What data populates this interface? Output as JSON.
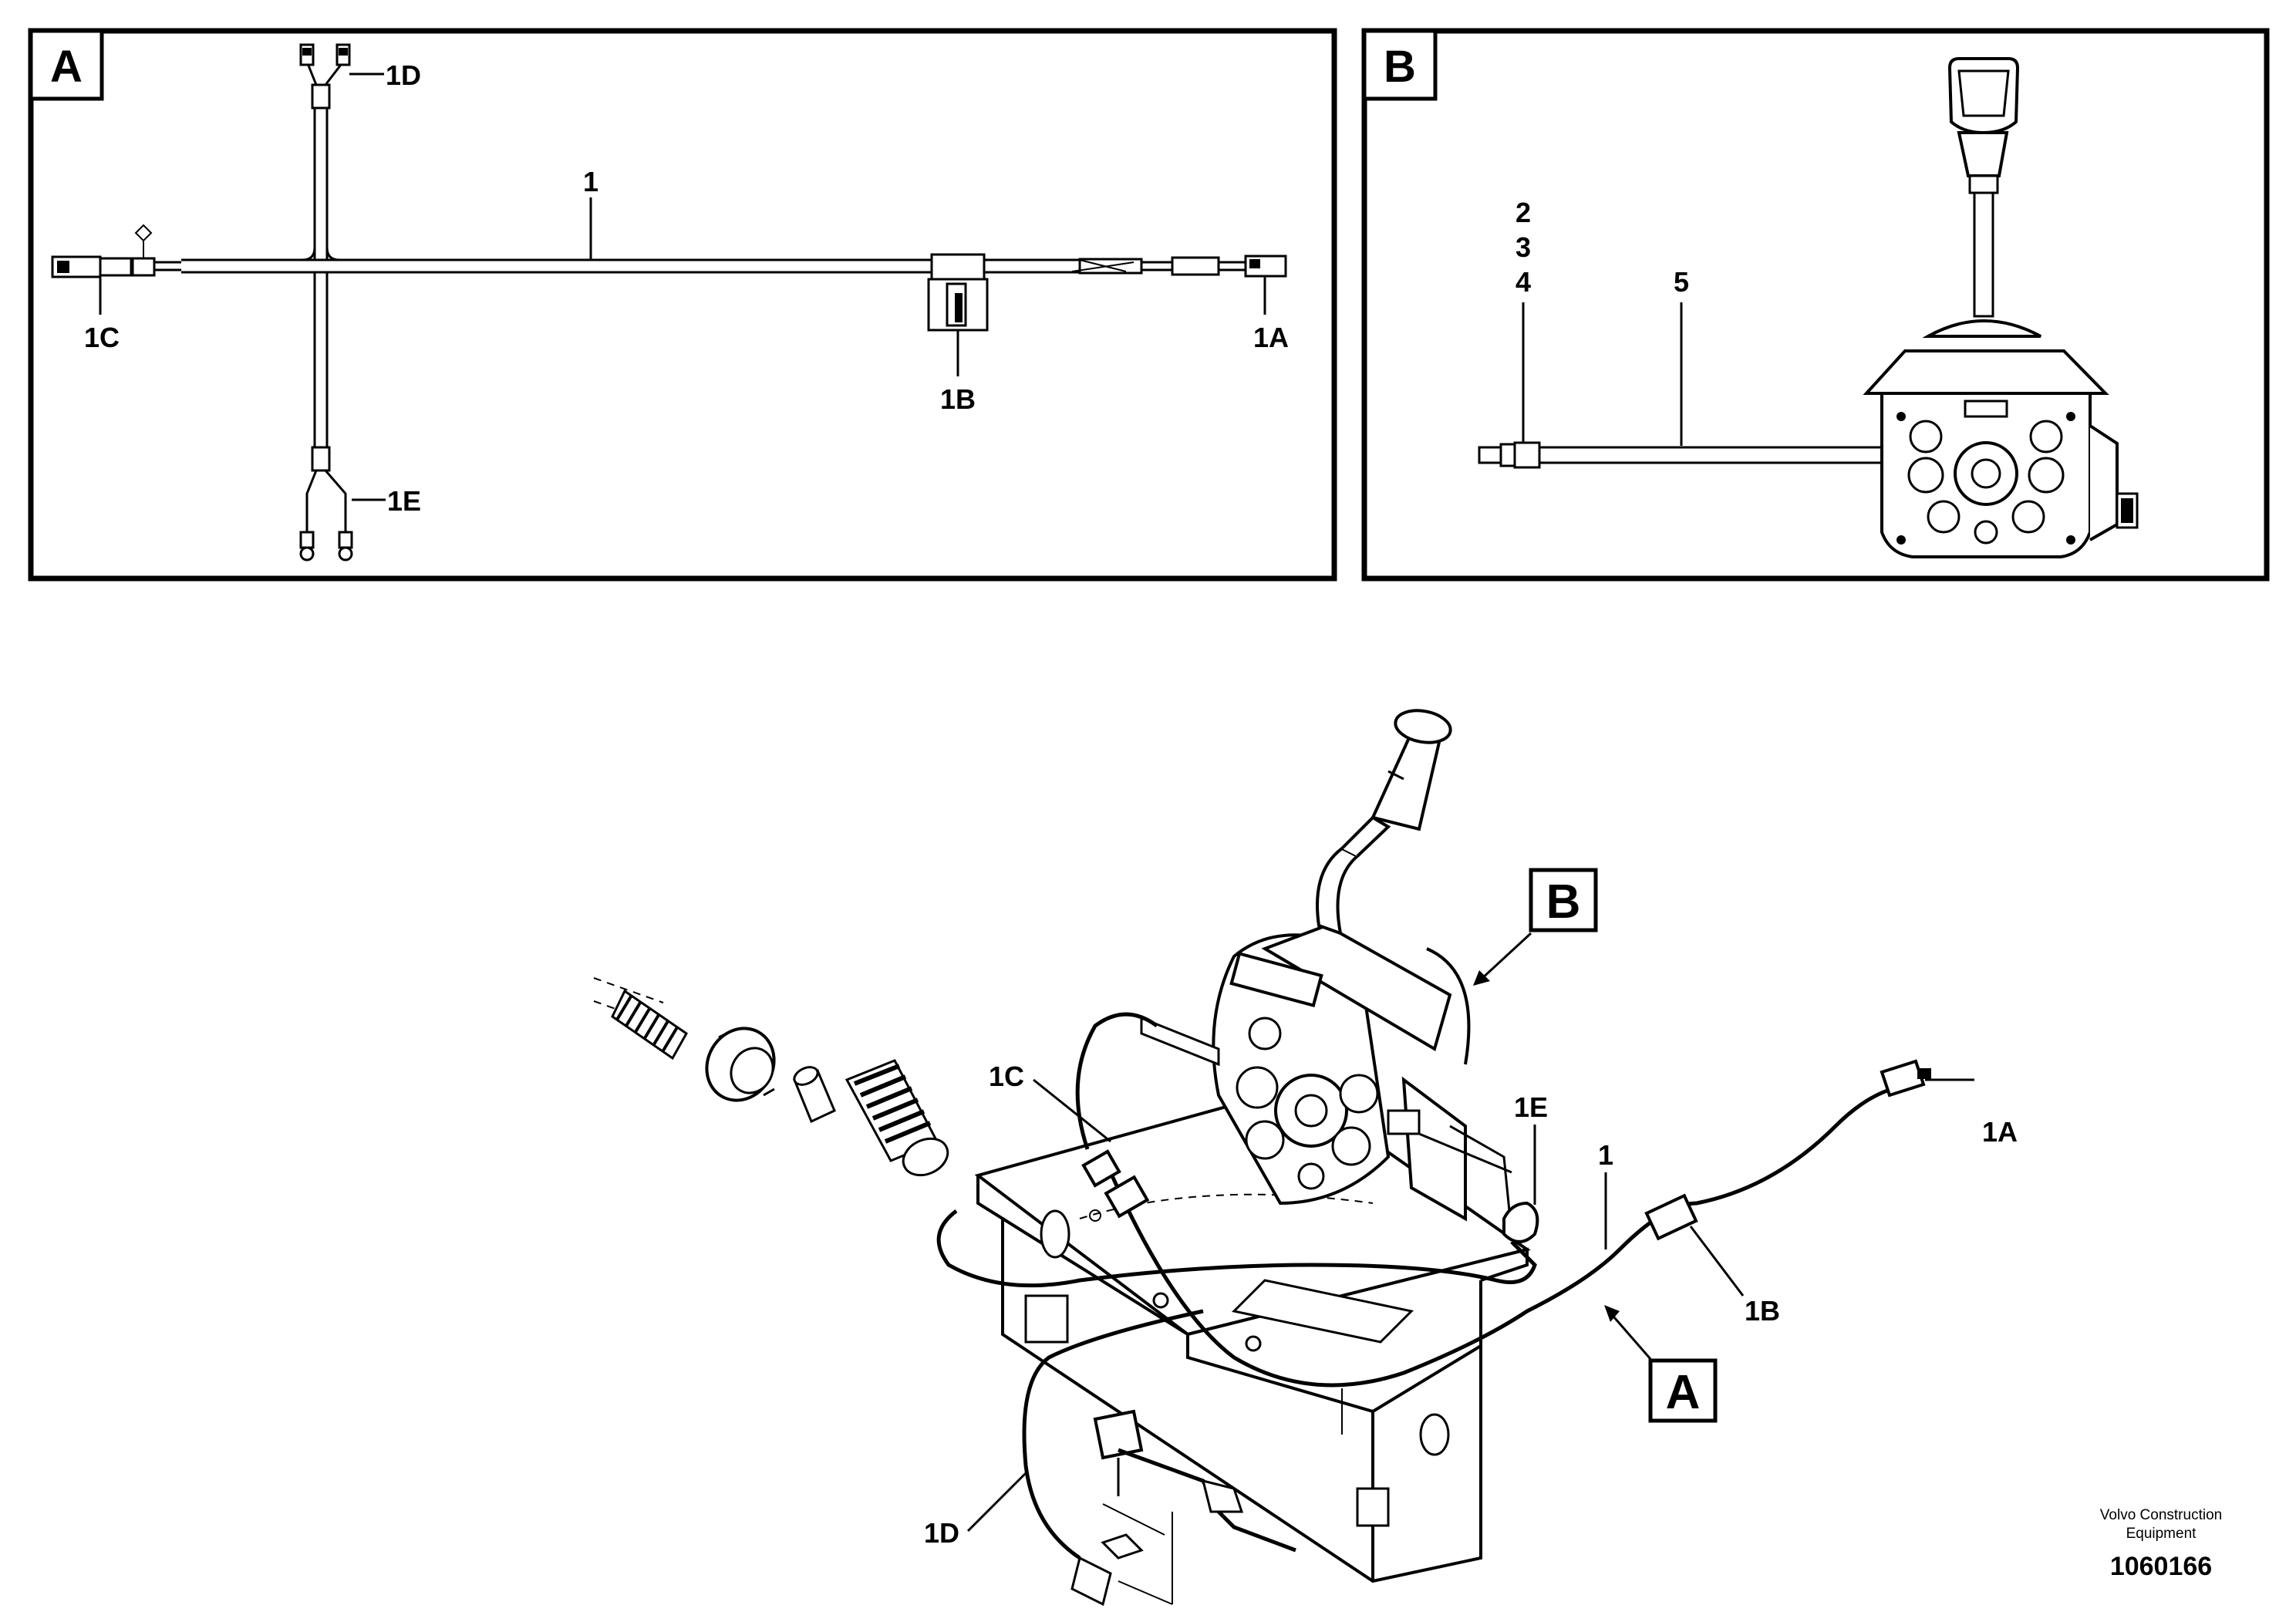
{
  "panels": {
    "a": {
      "letter": "A"
    },
    "b": {
      "letter": "B"
    }
  },
  "panel_a_labels": {
    "harness": "1",
    "d": "1D",
    "c": "1C",
    "b": "1B",
    "a": "1A",
    "e": "1E"
  },
  "panel_b_labels": {
    "n2": "2",
    "n3": "3",
    "n4": "4",
    "n5": "5"
  },
  "main_labels": {
    "callout_b": "B",
    "callout_a": "A",
    "c": "1C",
    "e": "1E",
    "harness": "1",
    "a": "1A",
    "b": "1B",
    "d": "1D"
  },
  "footer": {
    "brand_line1": "Volvo Construction",
    "brand_line2": "Equipment",
    "figure_number": "1060166"
  }
}
